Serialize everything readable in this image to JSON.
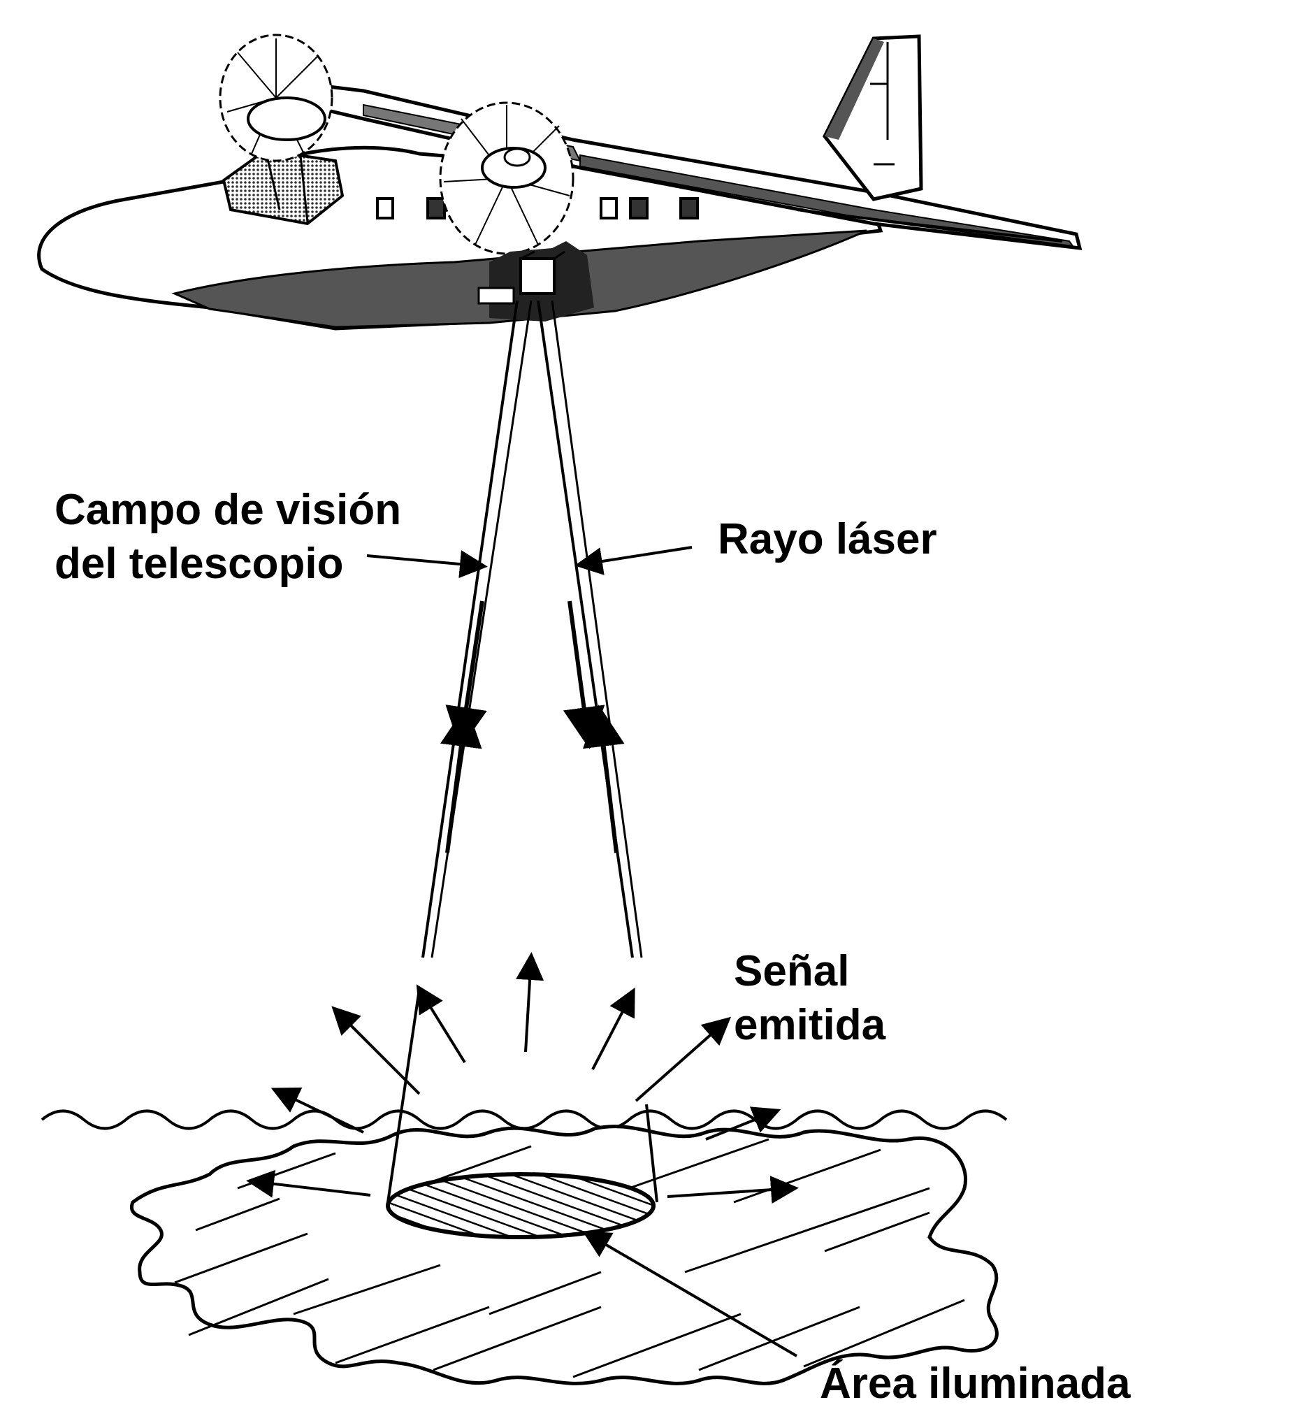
{
  "labels": {
    "telescope_line1": "Campo de visión",
    "telescope_line2": "del telescopio",
    "laser": "Rayo láser",
    "signal_line1": "Señal",
    "signal_line2": "emitida",
    "area": "Área iluminada"
  },
  "colors": {
    "ink": "#000000",
    "background": "#ffffff",
    "shade": "#555555"
  }
}
